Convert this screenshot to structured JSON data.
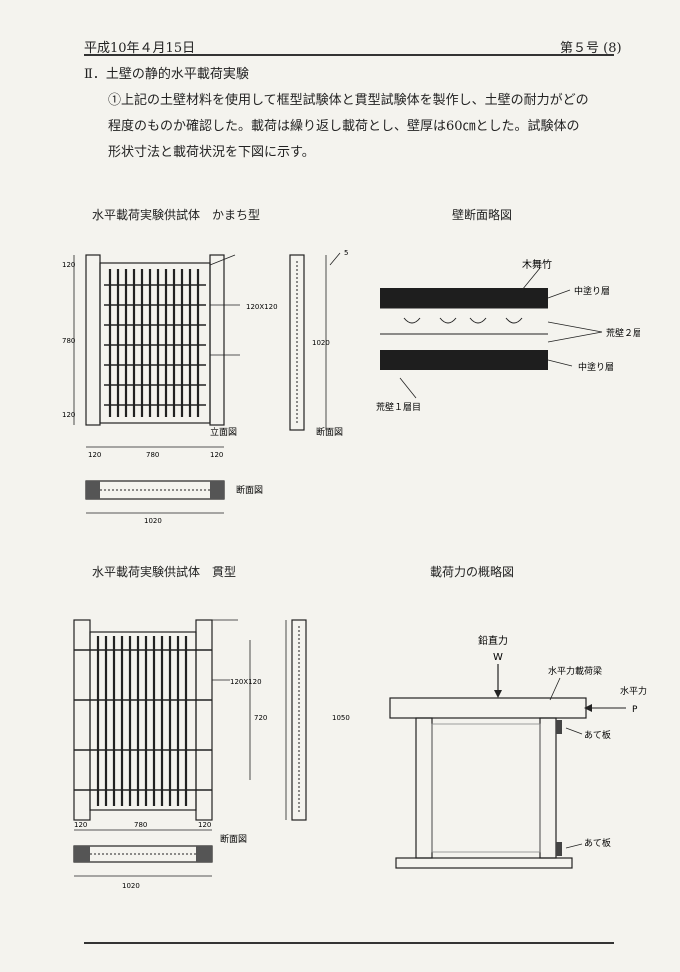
{
  "header": {
    "date": "平成10年４月15日",
    "issue": "第５号 (8)"
  },
  "section": {
    "title": "Ⅱ．土壁の静的水平載荷実験"
  },
  "body": {
    "lines": [
      "①上記の土壁材料を使用して框型試験体と貫型試験体を製作し、土壁の耐力がどの",
      "程度のものか確認した。載荷は繰り返し載荷とし、壁厚は60㎝とした。試験体の",
      "形状寸法と載荷状況を下図に示す。"
    ]
  },
  "figures": {
    "kamachi": {
      "title": "水平載荷実験供試体　かまち型",
      "dims": {
        "top": "120",
        "height": "780",
        "bottom": "120",
        "w_left": "120",
        "w_mid": "780",
        "w_right": "120",
        "total": "1020",
        "post": "120X120",
        "side": "1020",
        "five": "5"
      },
      "labels": {
        "front": "立面図",
        "section": "断面図",
        "plan": "断面図"
      }
    },
    "wall_section": {
      "title": "壁断面略図",
      "labels": {
        "bamboo": "木舞竹",
        "mid_top": "中塗り層",
        "rough2": "荒壁２層目",
        "rough1": "荒壁１層目",
        "mid_bottom": "中塗り層"
      }
    },
    "nuki": {
      "title": "水平載荷実験供試体　貫型",
      "dims": {
        "height": "720",
        "side": "1050",
        "w_left": "120",
        "w_mid": "780",
        "w_right": "120",
        "total": "1020",
        "post": "120X120"
      },
      "labels": {
        "plan": "断面図"
      }
    },
    "loading": {
      "title": "載荷力の概略図",
      "labels": {
        "vertical": "鉛直力",
        "w": "W",
        "beam": "水平力載荷梁",
        "horizontal": "水平力",
        "p": "P",
        "plate_top": "あて板",
        "plate_bottom": "あて板"
      }
    }
  }
}
